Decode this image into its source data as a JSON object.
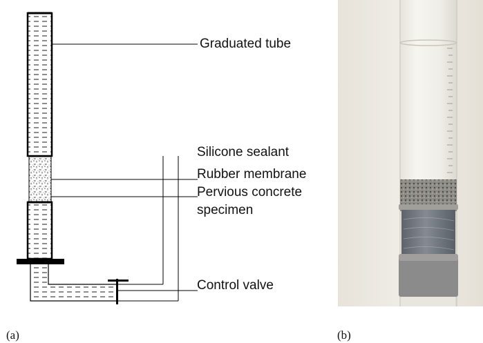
{
  "figure": {
    "panel_a": {
      "caption": "(a)",
      "labels": {
        "graduated_tube": "Graduated tube",
        "silicone_sealant": "Silicone sealant",
        "rubber_membrane": "Rubber membrane",
        "pervious_concrete_line1": "Pervious concrete",
        "pervious_concrete_line2": "specimen",
        "control_valve": "Control valve"
      }
    },
    "panel_b": {
      "caption": "(b)"
    },
    "colors": {
      "line": "#000000",
      "background": "#ffffff",
      "wall": "#ece9e2",
      "tube": "#f3f1ea",
      "membrane": "#6f747c",
      "concrete": "#8d8b86"
    }
  }
}
